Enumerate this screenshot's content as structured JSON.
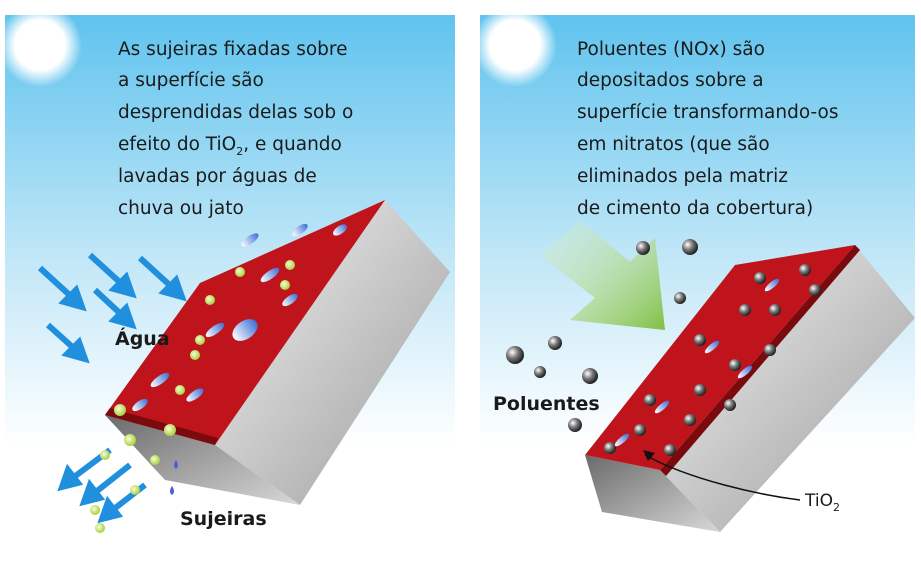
{
  "left_panel": {
    "caption_lines": [
      "As sujeiras fixadas sobre",
      "a superfície são",
      "desprendidas delas sob o",
      "efeito do TiO",
      "lavadas por águas de",
      "chuva ou jato"
    ],
    "caption_line4_sub": "2",
    "caption_line4_tail": ", e quando",
    "label_water": "Água",
    "label_dirt": "Sujeiras"
  },
  "right_panel": {
    "caption_lines": [
      "Poluentes (NOx) são",
      "depositados sobre a",
      "superfície transformando-os",
      "em nitratos (que são",
      "eliminados pela matriz",
      "de cimento da cobertura)"
    ],
    "label_pollutants": "Poluentes",
    "label_tio2": "TiO",
    "label_tio2_sub": "2"
  },
  "colors": {
    "sky": "#5fc3ee",
    "red": "#c0141c",
    "arrow_blue": "#1f8fde",
    "arrow_green": "#9bd05a"
  }
}
